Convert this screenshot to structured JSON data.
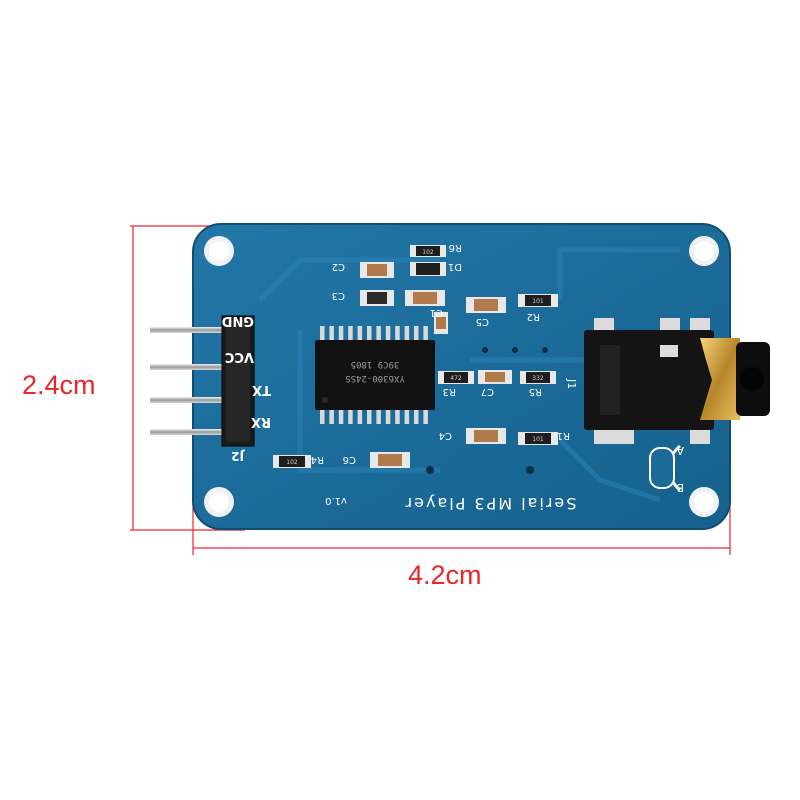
{
  "dimensions": {
    "width": "4.2cm",
    "height": "2.4cm",
    "color": "#e8262a"
  },
  "board": {
    "color": "#1b6b99",
    "title": "Serial MP3 Player",
    "version": "v1.0",
    "chip_line1": "YX6300-24SS",
    "chip_line2": "39C9 1805",
    "header": {
      "ref": "J2",
      "pins": [
        "GND",
        "VCC",
        "TX",
        "RX"
      ]
    },
    "jack_ref": "J1",
    "components": {
      "c1": "C1",
      "c2": "C2",
      "c3": "C3",
      "c4": "C4",
      "c5": "C5",
      "c6": "C6",
      "c7": "C7",
      "r1": "R1",
      "r2": "R2",
      "r3": "R3",
      "r4": "R4",
      "r5": "R5",
      "r6": "R6",
      "d1": "D1"
    },
    "resistor_codes": {
      "r6": "102",
      "r2": "101",
      "r3": "472",
      "r5": "332",
      "r1": "101",
      "r4": "102"
    },
    "pad_labels": [
      "A",
      "B"
    ]
  }
}
